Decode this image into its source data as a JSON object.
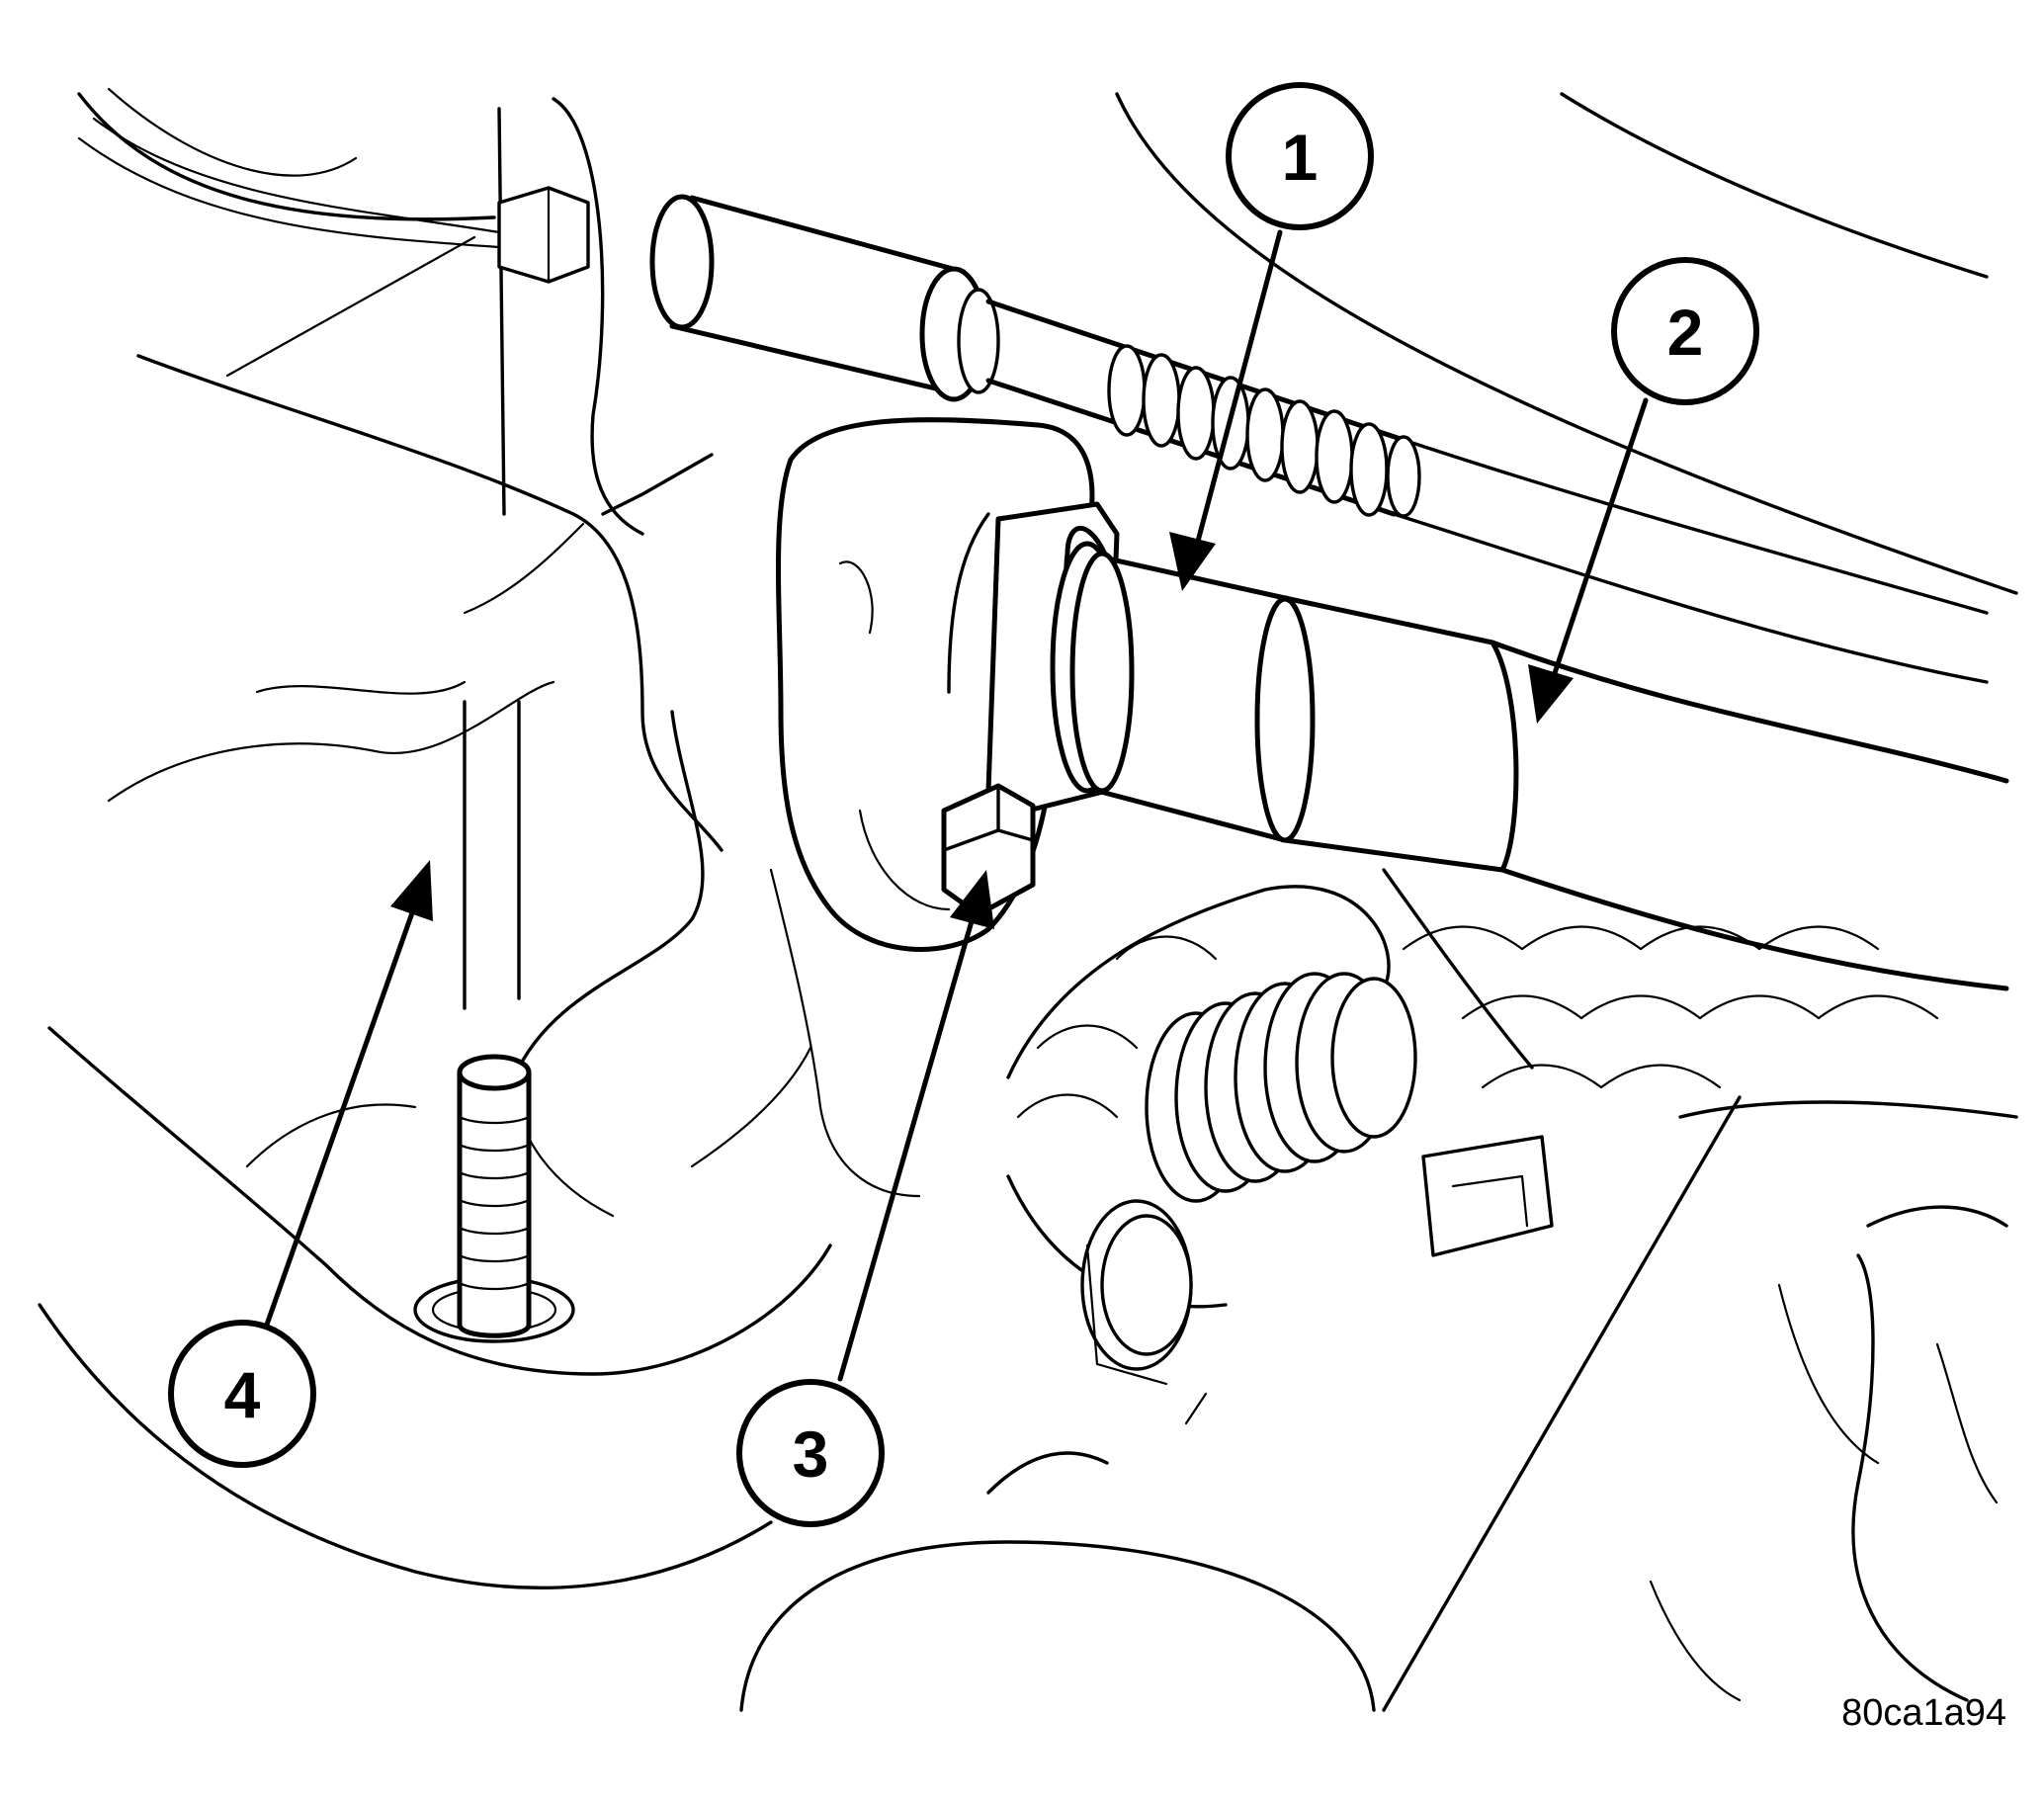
{
  "diagram": {
    "callouts": [
      {
        "id": "1",
        "label": "1"
      },
      {
        "id": "2",
        "label": "2"
      },
      {
        "id": "3",
        "label": "3"
      },
      {
        "id": "4",
        "label": "4"
      }
    ],
    "figure_id": "80ca1a94"
  }
}
